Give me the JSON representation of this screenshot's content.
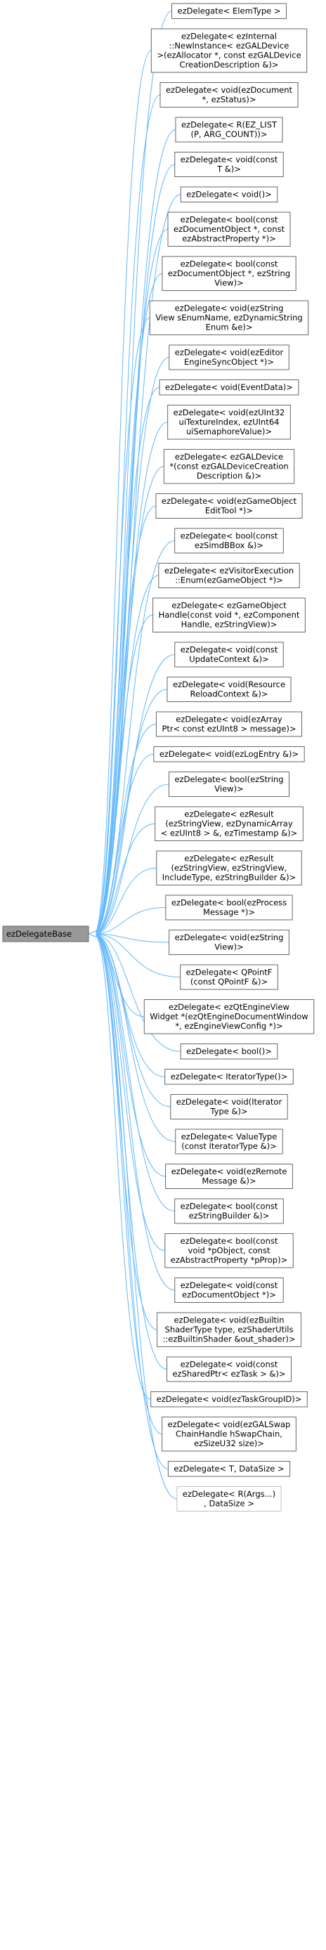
{
  "base": {
    "label": [
      "ezDelegateBase"
    ]
  },
  "derived": [
    {
      "label": [
        "ezDelegate< ElemType >"
      ],
      "link": true
    },
    {
      "label": [
        "ezDelegate< ezInternal",
        "::NewInstance< ezGALDevice",
        " >(ezAllocator *, const ezGALDevice",
        "CreationDescription &)>"
      ],
      "link": true
    },
    {
      "label": [
        "ezDelegate< void(ezDocument",
        " *, ezStatus)>"
      ],
      "link": true
    },
    {
      "label": [
        "ezDelegate< R(EZ_LIST",
        "(P, ARG_COUNT))>"
      ],
      "link": true
    },
    {
      "label": [
        "ezDelegate< void(const",
        " T &)>"
      ],
      "link": true
    },
    {
      "label": [
        "ezDelegate< void()>"
      ],
      "link": true
    },
    {
      "label": [
        "ezDelegate< bool(const",
        " ezDocumentObject *, const",
        " ezAbstractProperty *)>"
      ],
      "link": true
    },
    {
      "label": [
        "ezDelegate< bool(const",
        " ezDocumentObject *, ezString",
        "View)>"
      ],
      "link": true
    },
    {
      "label": [
        "ezDelegate< void(ezString",
        "View sEnumName, ezDynamicString",
        "Enum &e)>"
      ],
      "link": true
    },
    {
      "label": [
        "ezDelegate< void(ezEditor",
        "EngineSyncObject *)>"
      ],
      "link": true
    },
    {
      "label": [
        "ezDelegate< void(EventData)>"
      ],
      "link": true
    },
    {
      "label": [
        "ezDelegate< void(ezUInt32",
        " uiTextureIndex, ezUInt64",
        " uiSemaphoreValue)>"
      ],
      "link": true
    },
    {
      "label": [
        "ezDelegate< ezGALDevice",
        " *(const ezGALDeviceCreation",
        "Description &)>"
      ],
      "link": true
    },
    {
      "label": [
        "ezDelegate< void(ezGameObject",
        "EditTool *)>"
      ],
      "link": true
    },
    {
      "label": [
        "ezDelegate< bool(const",
        " ezSimdBBox &)>"
      ],
      "link": true
    },
    {
      "label": [
        "ezDelegate< ezVisitorExecution",
        "::Enum(ezGameObject *)>"
      ],
      "link": true
    },
    {
      "label": [
        "ezDelegate< ezGameObject",
        "Handle(const void *, ezComponent",
        "Handle, ezStringView)>"
      ],
      "link": true
    },
    {
      "label": [
        "ezDelegate< void(const",
        " UpdateContext &)>"
      ],
      "link": true
    },
    {
      "label": [
        "ezDelegate< void(Resource",
        "ReloadContext &)>"
      ],
      "link": true
    },
    {
      "label": [
        "ezDelegate< void(ezArray",
        "Ptr< const ezUInt8 > message)>"
      ],
      "link": true
    },
    {
      "label": [
        "ezDelegate< void(ezLogEntry &)>"
      ],
      "link": true
    },
    {
      "label": [
        "ezDelegate< bool(ezString",
        "View)>"
      ],
      "link": true
    },
    {
      "label": [
        "ezDelegate< ezResult",
        "(ezStringView, ezDynamicArray",
        "< ezUInt8 > &, ezTimestamp &)>"
      ],
      "link": true
    },
    {
      "label": [
        "ezDelegate< ezResult",
        "(ezStringView, ezStringView,",
        " IncludeType, ezStringBuilder &)>"
      ],
      "link": true
    },
    {
      "label": [
        "ezDelegate< bool(ezProcess",
        "Message *)>"
      ],
      "link": true
    },
    {
      "label": [
        "ezDelegate< void(ezString",
        "View)>"
      ],
      "link": true
    },
    {
      "label": [
        "ezDelegate< QPointF",
        "(const QPointF &)>"
      ],
      "link": true
    },
    {
      "label": [
        "ezDelegate< ezQtEngineView",
        "Widget *(ezQtEngineDocumentWindow",
        " *, ezEngineViewConfig *)>"
      ],
      "link": true
    },
    {
      "label": [
        "ezDelegate< bool()>"
      ],
      "link": true
    },
    {
      "label": [
        "ezDelegate< IteratorType()>"
      ],
      "link": true
    },
    {
      "label": [
        "ezDelegate< void(Iterator",
        "Type &)>"
      ],
      "link": true
    },
    {
      "label": [
        "ezDelegate< ValueType",
        "(const IteratorType &)>"
      ],
      "link": true
    },
    {
      "label": [
        "ezDelegate< void(ezRemote",
        "Message &)>"
      ],
      "link": true
    },
    {
      "label": [
        "ezDelegate< bool(const",
        " ezStringBuilder &)>"
      ],
      "link": true
    },
    {
      "label": [
        "ezDelegate< bool(const",
        " void *pObject, const",
        " ezAbstractProperty *pProp)>"
      ],
      "link": true
    },
    {
      "label": [
        "ezDelegate< void(const",
        " ezDocumentObject *)>"
      ],
      "link": true
    },
    {
      "label": [
        "ezDelegate< void(ezBuiltin",
        "ShaderType type, ezShaderUtils",
        "::ezBuiltinShader &out_shader)>"
      ],
      "link": true
    },
    {
      "label": [
        "ezDelegate< void(const",
        " ezSharedPtr< ezTask > &)>"
      ],
      "link": true
    },
    {
      "label": [
        "ezDelegate< void(ezTaskGroupID)>"
      ],
      "link": true
    },
    {
      "label": [
        "ezDelegate< void(ezGALSwap",
        "ChainHandle hSwapChain,",
        " ezSizeU32 size)>"
      ],
      "link": true
    },
    {
      "label": [
        "ezDelegate< T, DataSize >"
      ],
      "link": true
    },
    {
      "label": [
        "ezDelegate< R(Args...)",
        ", DataSize >"
      ],
      "link": false
    }
  ],
  "colors": {
    "base_fill": "#999999",
    "base_border": "#666666",
    "node_border": "#666666",
    "node_border_plain": "#bfbfbf",
    "edge": "#63b8ff",
    "background": "#ffffff"
  }
}
